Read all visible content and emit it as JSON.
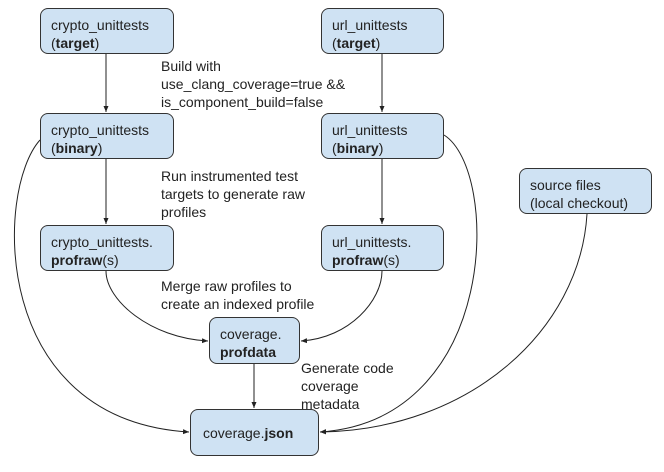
{
  "diagram": {
    "colors": {
      "node_fill": "#cfe2f3",
      "node_border": "#333333",
      "edge": "#222222",
      "text": "#222222"
    },
    "nodes": {
      "crypto_target": {
        "line1": "crypto_unittests",
        "open": "(",
        "bold": "target",
        "close": ")"
      },
      "url_target": {
        "line1": "url_unittests",
        "open": "(",
        "bold": "target",
        "close": ")"
      },
      "crypto_binary": {
        "line1": "crypto_unittests",
        "open": "(",
        "bold": "binary",
        "close": ")"
      },
      "url_binary": {
        "line1": "url_unittests",
        "open": "(",
        "bold": "binary",
        "close": ")"
      },
      "source_files": {
        "line1": "source files",
        "line2": "(local checkout)"
      },
      "crypto_profraw": {
        "line1": "crypto_unittests.",
        "bold": "profraw",
        "suffix": "(s)"
      },
      "url_profraw": {
        "line1": "url_unittests.",
        "bold": "profraw",
        "suffix": "(s)"
      },
      "profdata": {
        "line1": "coverage.",
        "bold": "profdata"
      },
      "coverage_json": {
        "prefix": "coverage.",
        "bold": "json"
      }
    },
    "edge_labels": {
      "build": [
        "Build with",
        "use_clang_coverage=true &&",
        "is_component_build=false"
      ],
      "run": [
        "Run instrumented test",
        "targets to generate raw",
        "profiles"
      ],
      "merge": [
        "Merge raw profiles to",
        "create an indexed profile"
      ],
      "generate": [
        "Generate code",
        "coverage",
        "metadata"
      ]
    },
    "edges": [
      {
        "from": "crypto_unittests (target)",
        "to": "crypto_unittests (binary)"
      },
      {
        "from": "url_unittests (target)",
        "to": "url_unittests (binary)"
      },
      {
        "from": "crypto_unittests (binary)",
        "to": "crypto_unittests.profraw(s)"
      },
      {
        "from": "url_unittests (binary)",
        "to": "url_unittests.profraw(s)"
      },
      {
        "from": "crypto_unittests.profraw(s)",
        "to": "coverage.profdata"
      },
      {
        "from": "url_unittests.profraw(s)",
        "to": "coverage.profdata"
      },
      {
        "from": "coverage.profdata",
        "to": "coverage.json"
      },
      {
        "from": "crypto_unittests (binary)",
        "to": "coverage.json"
      },
      {
        "from": "url_unittests (binary)",
        "to": "coverage.json"
      },
      {
        "from": "source files (local checkout)",
        "to": "coverage.json"
      }
    ]
  }
}
